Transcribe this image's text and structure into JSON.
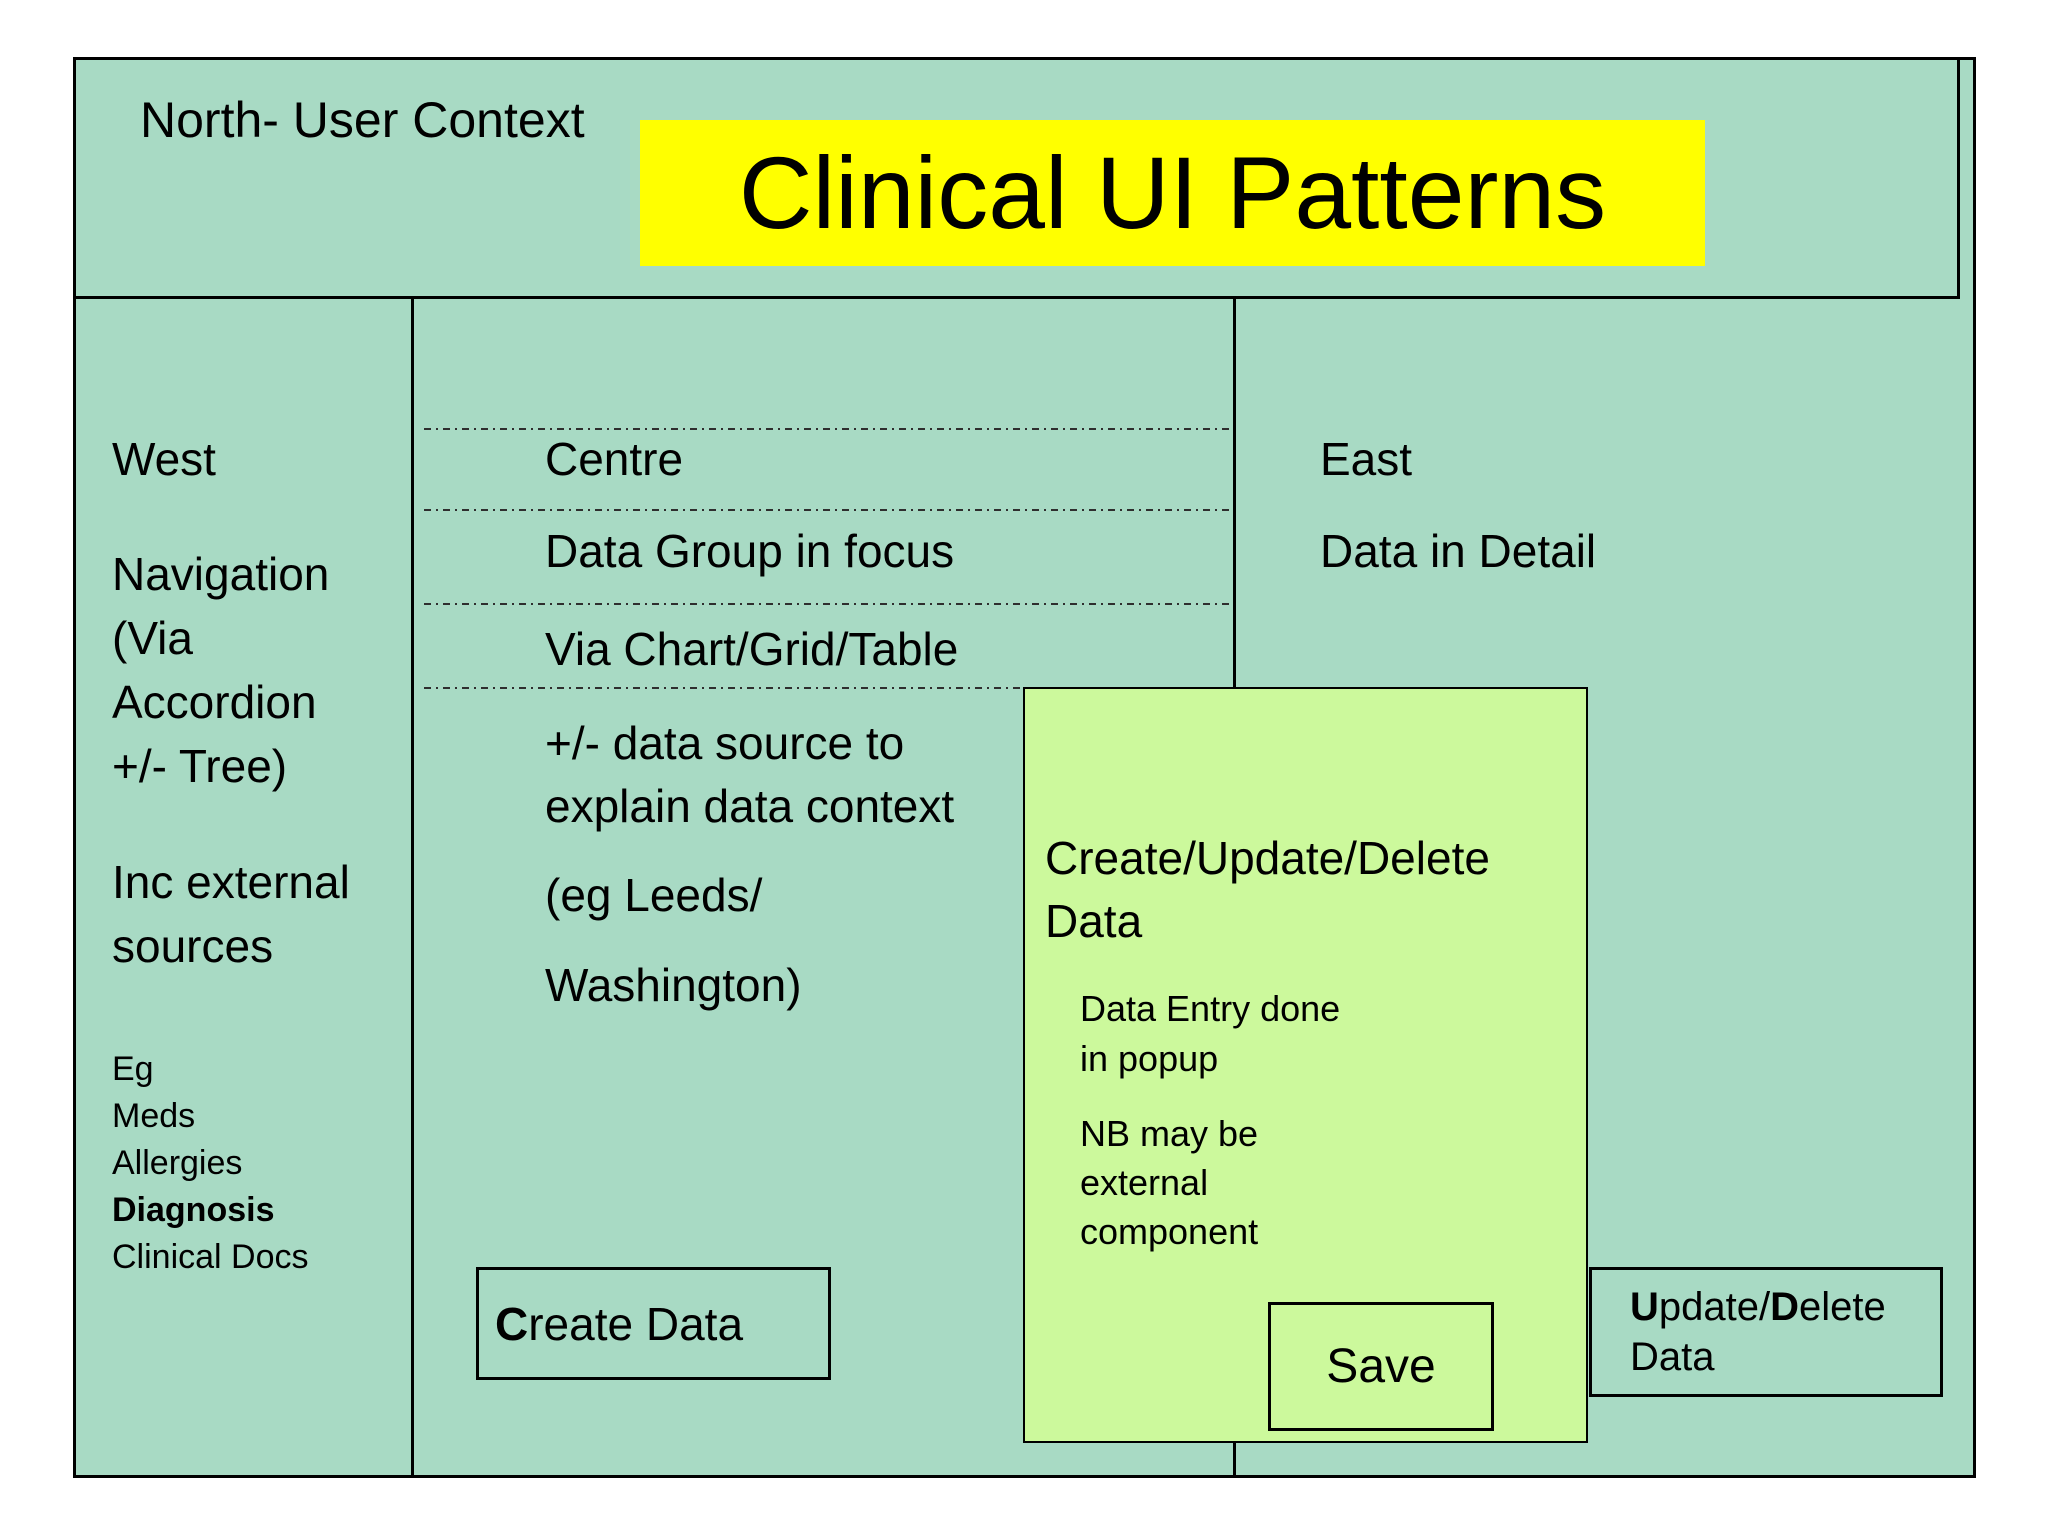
{
  "colors": {
    "slide_teal": "#a8dac4",
    "popup_green": "#ccf99c",
    "title_highlight_yellow": "#ffff00",
    "line_black": "#000000"
  },
  "north": {
    "label": "North- User Context",
    "title": "Clinical UI Patterns"
  },
  "west": {
    "region_label": "West",
    "nav_lines": [
      "Navigation",
      "(Via",
      "Accordion",
      "+/- Tree)"
    ],
    "sources_lines": [
      "Inc external",
      "sources"
    ],
    "examples": [
      "Eg",
      "Meds",
      "Allergies",
      "Diagnosis",
      "Clinical Docs"
    ]
  },
  "centre": {
    "region_label": "Centre",
    "focus_label": "Data Group in focus",
    "via_label": "Via Chart/Grid/Table",
    "note_lines": [
      "+/- data source to",
      "explain data context"
    ],
    "example_lines": [
      "(eg Leeds/",
      "Washington)"
    ],
    "create_button": {
      "bold": "C",
      "rest": "reate Data"
    }
  },
  "east": {
    "region_label": "East",
    "subtitle": "Data in Detail",
    "update_delete_button": {
      "bold1": "U",
      "rest1": "pdate/",
      "bold2": "D",
      "rest2": "elete",
      "line2": "Data"
    }
  },
  "popup": {
    "title_lines": [
      "Create/Update/Delete",
      "Data"
    ],
    "entry_note_lines": [
      "Data Entry done",
      "in popup"
    ],
    "nb_note_lines": [
      "NB may be",
      "external",
      "component"
    ],
    "save_label": "Save"
  }
}
